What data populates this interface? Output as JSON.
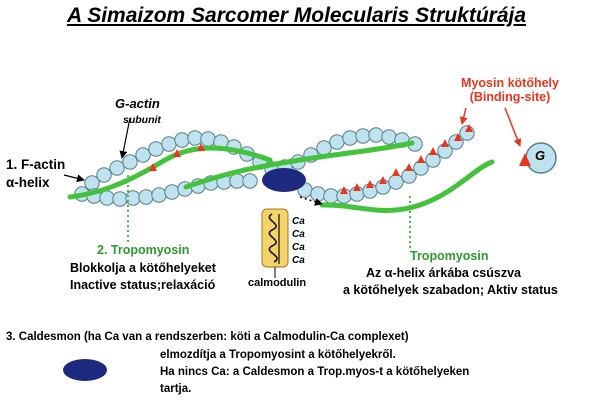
{
  "title": "A Simaizom Sarcomer Molecularis Struktúrája",
  "labels": {
    "binding_site_line1": "Myosin kötőhely",
    "binding_site_line2": "(Binding-site)",
    "g_actin": "G-actin",
    "subunit": "subunit",
    "factin_line1": "1. F-actin",
    "factin_line2": "α-helix",
    "g_circle": "G",
    "ca_labels": [
      "Ca",
      "Ca",
      "Ca",
      "Ca"
    ],
    "calmodulin": "calmodulin",
    "tropomyosin_left_heading": "2. Tropomyosin",
    "tropomyosin_left_line1": "Blokkolja a kötőhelyeket",
    "tropomyosin_left_line2": "Inactive status;relaxáció",
    "tropomyosin_right_heading": "Tropomyosin",
    "tropomyosin_right_line1": "Az α-helix árkába csúszva",
    "tropomyosin_right_line2": "a kötőhelyek szabadon; Aktiv status",
    "caldesmon_line1": "3. Caldesmon (ha Ca van a rendszerben: köti a Calmodulin-Ca complexet)",
    "caldesmon_line2": "elmozdítja a Tropomyosint a kötőhelyekről.",
    "caldesmon_line3": "Ha nincs Ca: a Caldesmon a Trop.myos-t a kötőhelyeken",
    "caldesmon_line4": "tartja."
  },
  "colors": {
    "actin_fill": "#bfe3ee",
    "actin_stroke": "#5a7d8a",
    "tropomyosin_green": "#44c23c",
    "binding_site_red": "#e8351e",
    "caldesmon_navy": "#1d2a80",
    "calmodulin_yellow": "#f3d36a",
    "label_green": "#2e9a2e",
    "label_red": "#e8351e"
  },
  "icons": {
    "binding_site": "red-triangle-icon",
    "caldesmon": "navy-ellipse-icon",
    "calmodulin": "yellow-coil-icon"
  }
}
